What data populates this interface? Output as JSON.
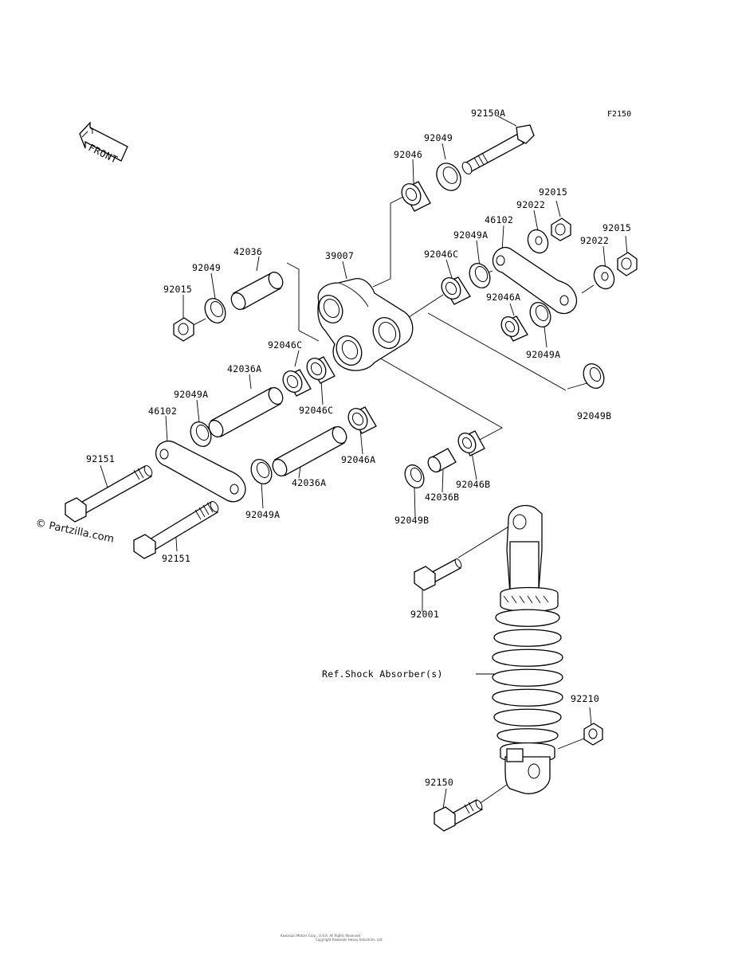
{
  "figure_id": "F2150",
  "front_arrow": {
    "text": "FRONT"
  },
  "watermark": "© Partzilla.com",
  "reference_label": "Ref.Shock Absorber(s)",
  "footer": [
    "Kawasaki Motors Corp., U.S.A. All Rights Reserved",
    "Copyright Kawasaki Heavy Industries, Ltd."
  ],
  "parts": [
    {
      "id": "p-92150A",
      "label": "92150A",
      "part_type": "bolt"
    },
    {
      "id": "p-92049-top",
      "label": "92049",
      "part_type": "seal"
    },
    {
      "id": "p-92046-top",
      "label": "92046",
      "part_type": "needle-bearing"
    },
    {
      "id": "p-92015-r1",
      "label": "92015",
      "part_type": "nut"
    },
    {
      "id": "p-92022-r1",
      "label": "92022",
      "part_type": "washer"
    },
    {
      "id": "p-46102-r",
      "label": "46102",
      "part_type": "tie-rod"
    },
    {
      "id": "p-92015-r2",
      "label": "92015",
      "part_type": "nut"
    },
    {
      "id": "p-92049A-r1",
      "label": "92049A",
      "part_type": "seal"
    },
    {
      "id": "p-92022-r2",
      "label": "92022",
      "part_type": "washer"
    },
    {
      "id": "p-39007",
      "label": "39007",
      "part_type": "rocker-arm"
    },
    {
      "id": "p-92046C-r",
      "label": "92046C",
      "part_type": "needle-bearing"
    },
    {
      "id": "p-42036",
      "label": "42036",
      "part_type": "sleeve"
    },
    {
      "id": "p-92049-l",
      "label": "92049",
      "part_type": "seal"
    },
    {
      "id": "p-92015-l",
      "label": "92015",
      "part_type": "nut"
    },
    {
      "id": "p-92046A-r",
      "label": "92046A",
      "part_type": "needle-bearing"
    },
    {
      "id": "p-92049A-r2",
      "label": "92049A",
      "part_type": "seal"
    },
    {
      "id": "p-92046C-c1",
      "label": "92046C",
      "part_type": "needle-bearing"
    },
    {
      "id": "p-92049B-r",
      "label": "92049B",
      "part_type": "seal"
    },
    {
      "id": "p-42036A-1",
      "label": "42036A",
      "part_type": "sleeve"
    },
    {
      "id": "p-92049A-l",
      "label": "92049A",
      "part_type": "seal"
    },
    {
      "id": "p-46102-l",
      "label": "46102",
      "part_type": "tie-rod"
    },
    {
      "id": "p-92046C-c2",
      "label": "92046C",
      "part_type": "needle-bearing"
    },
    {
      "id": "p-92046A-c",
      "label": "92046A",
      "part_type": "needle-bearing"
    },
    {
      "id": "p-92151-1",
      "label": "92151",
      "part_type": "bolt"
    },
    {
      "id": "p-42036A-2",
      "label": "42036A",
      "part_type": "sleeve"
    },
    {
      "id": "p-92049A-b",
      "label": "92049A",
      "part_type": "seal"
    },
    {
      "id": "p-92046B",
      "label": "92046B",
      "part_type": "needle-bearing"
    },
    {
      "id": "p-42036B",
      "label": "42036B",
      "part_type": "sleeve"
    },
    {
      "id": "p-92049B-b",
      "label": "92049B",
      "part_type": "seal"
    },
    {
      "id": "p-92151-2",
      "label": "92151",
      "part_type": "bolt"
    },
    {
      "id": "p-92001",
      "label": "92001",
      "part_type": "bolt"
    },
    {
      "id": "p-92210",
      "label": "92210",
      "part_type": "nut"
    },
    {
      "id": "p-92150",
      "label": "92150",
      "part_type": "bolt"
    }
  ]
}
